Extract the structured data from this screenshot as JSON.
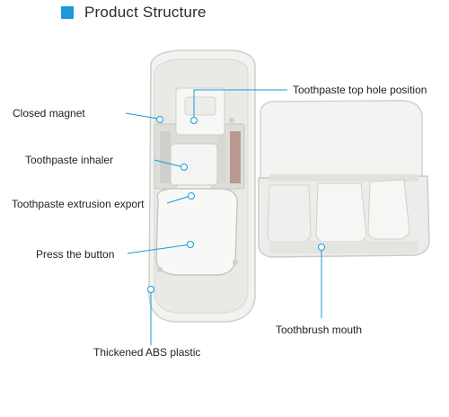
{
  "header": {
    "title": "Product Structure",
    "accent_color": "#1a9ad6"
  },
  "labels": {
    "toothpaste_top_hole": "Toothpaste top hole position",
    "closed_magnet": "Closed magnet",
    "toothpaste_inhaler": "Toothpaste inhaler",
    "toothpaste_extrusion": "Toothpaste extrusion export",
    "press_button": "Press the button",
    "toothbrush_mouth": "Toothbrush mouth",
    "abs_plastic": "Thickened ABS plastic"
  },
  "colors": {
    "leader_line": "#1a9ad6",
    "product_body": "#eeeeec",
    "product_edge": "#c9c9c6",
    "shadow": "#d7d7d3"
  }
}
